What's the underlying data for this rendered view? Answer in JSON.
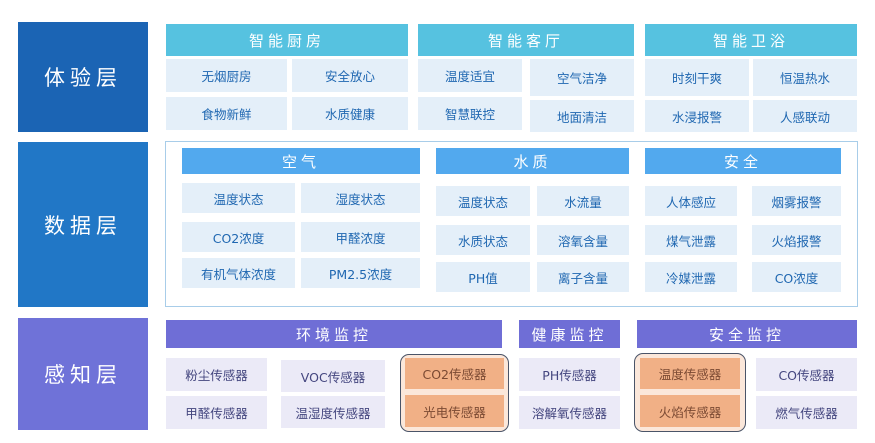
{
  "layers": {
    "experience": "体验层",
    "data": "数据层",
    "perception": "感知层"
  },
  "experience": {
    "kitchen": {
      "title": "智能厨房",
      "items": [
        "无烟厨房",
        "安全放心",
        "食物新鲜",
        "水质健康"
      ]
    },
    "living": {
      "title": "智能客厅",
      "items": [
        "温度适宜",
        "空气洁净",
        "智慧联控",
        "地面清洁"
      ]
    },
    "bath": {
      "title": "智能卫浴",
      "items": [
        "时刻干爽",
        "恒温热水",
        "水浸报警",
        "人感联动"
      ]
    }
  },
  "data": {
    "air": {
      "title": "空气",
      "items": [
        "温度状态",
        "湿度状态",
        "CO2浓度",
        "甲醛浓度",
        "有机气体浓度",
        "PM2.5浓度"
      ]
    },
    "water": {
      "title": "水质",
      "items": [
        "温度状态",
        "水流量",
        "水质状态",
        "溶氧含量",
        "PH值",
        "离子含量"
      ]
    },
    "safety": {
      "title": "安全",
      "items": [
        "人体感应",
        "烟雾报警",
        "煤气泄露",
        "火焰报警",
        "冷媒泄露",
        "CO浓度"
      ]
    }
  },
  "perception": {
    "env": {
      "title": "环境监控",
      "items": [
        "粉尘传感器",
        "VOC传感器",
        "CO2传感器",
        "甲醛传感器",
        "温湿度传感器",
        "光电传感器"
      ]
    },
    "health": {
      "title": "健康监控",
      "items": [
        "PH传感器",
        "溶解氧传感器"
      ]
    },
    "safety": {
      "title": "安全监控",
      "items": [
        "温度传感器",
        "CO传感器",
        "火焰传感器",
        "燃气传感器"
      ]
    }
  },
  "colors": {
    "experience_layer": "#1b64b4",
    "data_layer": "#2177c6",
    "perception_layer": "#6f72d8",
    "experience_header": "#56c2e0",
    "data_header": "#52a9ee",
    "perception_header": "#6f6ed6",
    "highlight": "#f1b086"
  }
}
